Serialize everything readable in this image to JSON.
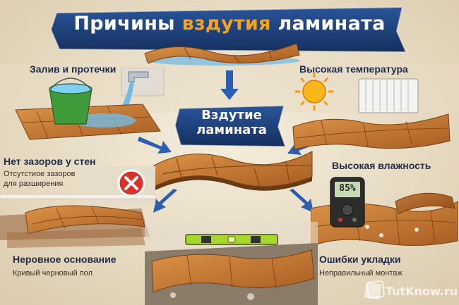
{
  "title": {
    "part1": "Причины ",
    "part2": "вздутия",
    "part3": " ламината"
  },
  "center": {
    "line1": "Вздутие",
    "line2": "ламината"
  },
  "causes": [
    {
      "title": "Залив и протечки",
      "subtitle": ""
    },
    {
      "title": "Высокая температура",
      "subtitle": ""
    },
    {
      "title": "Нет зазоров у стен",
      "subtitle": "Отсутстиое зазоров для разширения"
    },
    {
      "title": "Высокая влажность",
      "subtitle": ""
    },
    {
      "title": "Неровное основание",
      "subtitle": "Кривый черновый пол"
    },
    {
      "title": "Ошибки укладки",
      "subtitle": "Неправильный монтаж"
    }
  ],
  "hygrometer": {
    "reading": "85%"
  },
  "watermark": "TutKnow.ru",
  "colors": {
    "banner_blue": "#1d3f7a",
    "accent_orange": "#f29a1a",
    "wood": "#c9782f",
    "arrow_blue": "#2b5db0",
    "water": "#5fb6e8",
    "error_red": "#d9322a",
    "level_green": "#a8d62a"
  }
}
